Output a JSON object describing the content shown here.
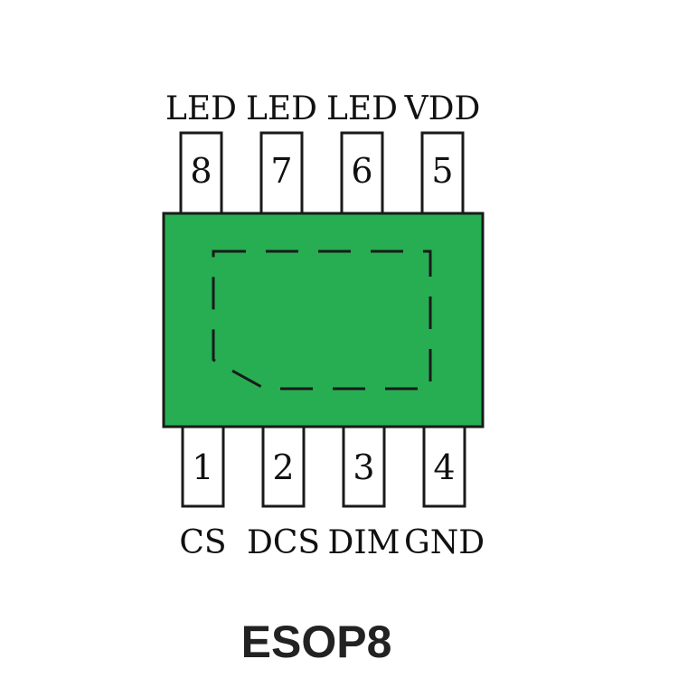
{
  "package": {
    "name": "ESOP8",
    "body_color": "#27AE52",
    "outline_color": "#1a1a1a"
  },
  "top_pins": [
    {
      "number": "8",
      "label": "LED"
    },
    {
      "number": "7",
      "label": "LED"
    },
    {
      "number": "6",
      "label": "LED"
    },
    {
      "number": "5",
      "label": "VDD"
    }
  ],
  "bottom_pins": [
    {
      "number": "1",
      "label": "CS"
    },
    {
      "number": "2",
      "label": "DCS"
    },
    {
      "number": "3",
      "label": "DIM"
    },
    {
      "number": "4",
      "label": "GND"
    }
  ]
}
